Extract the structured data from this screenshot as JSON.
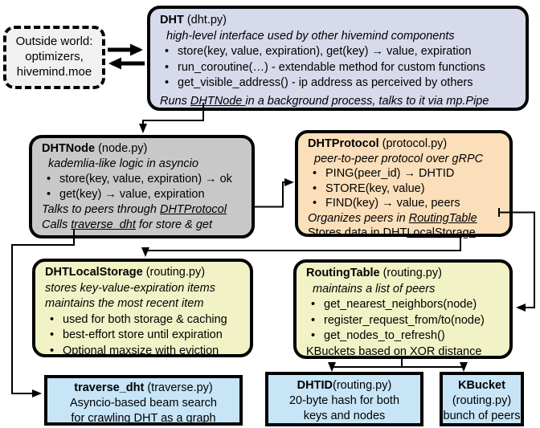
{
  "colors": {
    "dht_bg": "#d7daeb",
    "node_bg": "#c8c8c8",
    "protocol_bg": "#fbdfba",
    "storage_bg": "#f1f2c6",
    "blue_bg": "#c7e5f7",
    "outside_bg": "#f1f1f1",
    "line_color": "#000000"
  },
  "outside": {
    "lines": [
      "Outside world:",
      "optimizers,",
      "hivemind.moe"
    ]
  },
  "dht": {
    "title": "DHT",
    "file": " (dht.py)",
    "subtitle": "high-level interface used by other hivemind components",
    "bullets": [
      "store(key, value, expiration), get(key) → value, expiration",
      "run_coroutine(…) - extendable method for custom functions",
      "get_visible_address() - ip address as perceived by others"
    ],
    "footer": {
      "pre": "Runs ",
      "link": "DHTNode ",
      "post": "in a background process, talks to it via mp.Pipe"
    }
  },
  "dhtnode": {
    "title": "DHTNode",
    "file": " (node.py)",
    "subtitle": "kademlia-like logic in asyncio",
    "bullets": [
      "store(key, value, expiration) → ok",
      "get(key) → value, expiration"
    ],
    "talks": {
      "pre": "Talks to peers through ",
      "link": "DHTProtocol",
      "post": ""
    },
    "calls": {
      "pre": "Calls ",
      "link": "traverse_dht",
      "post": " for store & get"
    }
  },
  "dhtprotocol": {
    "title": "DHTProtocol",
    "file": " (protocol.py)",
    "subtitle": "peer-to-peer protocol over gRPC",
    "bullets": [
      "PING(peer_id) → DHTID",
      "STORE(key, value)",
      "FIND(key) → value, peers"
    ],
    "organizes": {
      "pre": "Organizes peers in ",
      "link": "RoutingTable",
      "post": ""
    },
    "stores": {
      "pre": "Stores data in DHT",
      "link": "LocalStorage",
      "post": ""
    }
  },
  "dhtlocalstorage": {
    "title": "DHTLocalStorage",
    "file": " (routing.py)",
    "subtitles": [
      "stores key-value-expiration items",
      "maintains the most recent item"
    ],
    "bullets": [
      "used for both storage & caching",
      "best-effort store until expiration",
      "Optional maxsize with eviction"
    ]
  },
  "routingtable": {
    "title": "RoutingTable",
    "file": " (routing.py)",
    "subtitle": "maintains a list of peers",
    "bullets": [
      "get_nearest_neighbors(node)",
      "register_request_from/to(node)",
      "get_nodes_to_refresh()"
    ],
    "footer": "KBuckets based on XOR distance"
  },
  "traverse": {
    "title": "traverse_dht",
    "file": " (traverse.py)",
    "lines": [
      "Asyncio-based beam search",
      "for crawling DHT as a graph"
    ]
  },
  "dhtid": {
    "title": "DHTID",
    "file": "(routing.py)",
    "lines": [
      "20-byte hash for both",
      "keys and nodes"
    ]
  },
  "kbucket": {
    "title": "KBucket",
    "file": "(routing.py)",
    "line": "bunch of peers"
  }
}
